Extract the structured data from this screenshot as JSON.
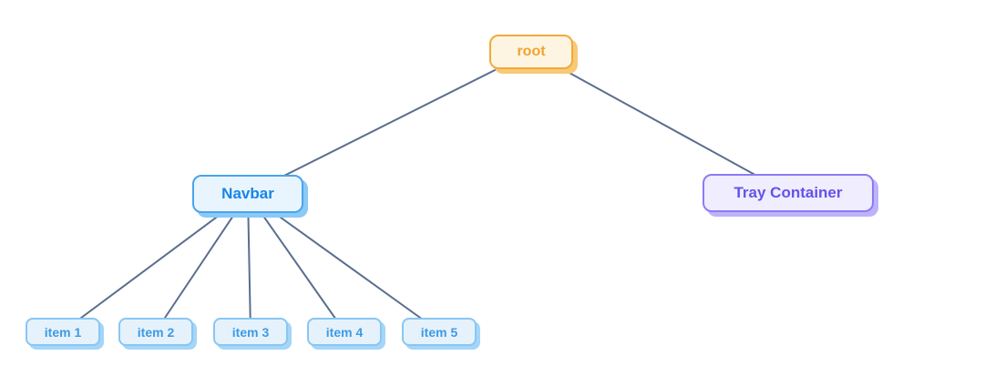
{
  "diagram": {
    "type": "tree",
    "edge_color": "#5A6E8E",
    "nodes": {
      "root": {
        "label": "root",
        "fill": "#FDF5E2",
        "border": "#F2A93B",
        "text_color": "#F0A330",
        "shadow": "#F8C977"
      },
      "navbar": {
        "label": "Navbar",
        "fill": "#E9F5FE",
        "border": "#4AA4EE",
        "text_color": "#1884E8",
        "shadow": "#8BC9F7"
      },
      "tray": {
        "label": "Tray Container",
        "fill": "#EFEDFE",
        "border": "#8C7CF4",
        "text_color": "#6452E9",
        "shadow": "#BDB3FA"
      },
      "items": [
        {
          "label": "item 1"
        },
        {
          "label": "item 2"
        },
        {
          "label": "item 3"
        },
        {
          "label": "item 4"
        },
        {
          "label": "item 5"
        }
      ],
      "item_style": {
        "fill": "#E5F2FC",
        "border": "#89C6F2",
        "text_color": "#3F9AE2",
        "shadow": "#A3D6F8"
      }
    },
    "edges": [
      {
        "from": "root",
        "to": "Navbar"
      },
      {
        "from": "root",
        "to": "Tray Container"
      },
      {
        "from": "Navbar",
        "to": "item 1"
      },
      {
        "from": "Navbar",
        "to": "item 2"
      },
      {
        "from": "Navbar",
        "to": "item 3"
      },
      {
        "from": "Navbar",
        "to": "item 4"
      },
      {
        "from": "Navbar",
        "to": "item 5"
      }
    ]
  }
}
